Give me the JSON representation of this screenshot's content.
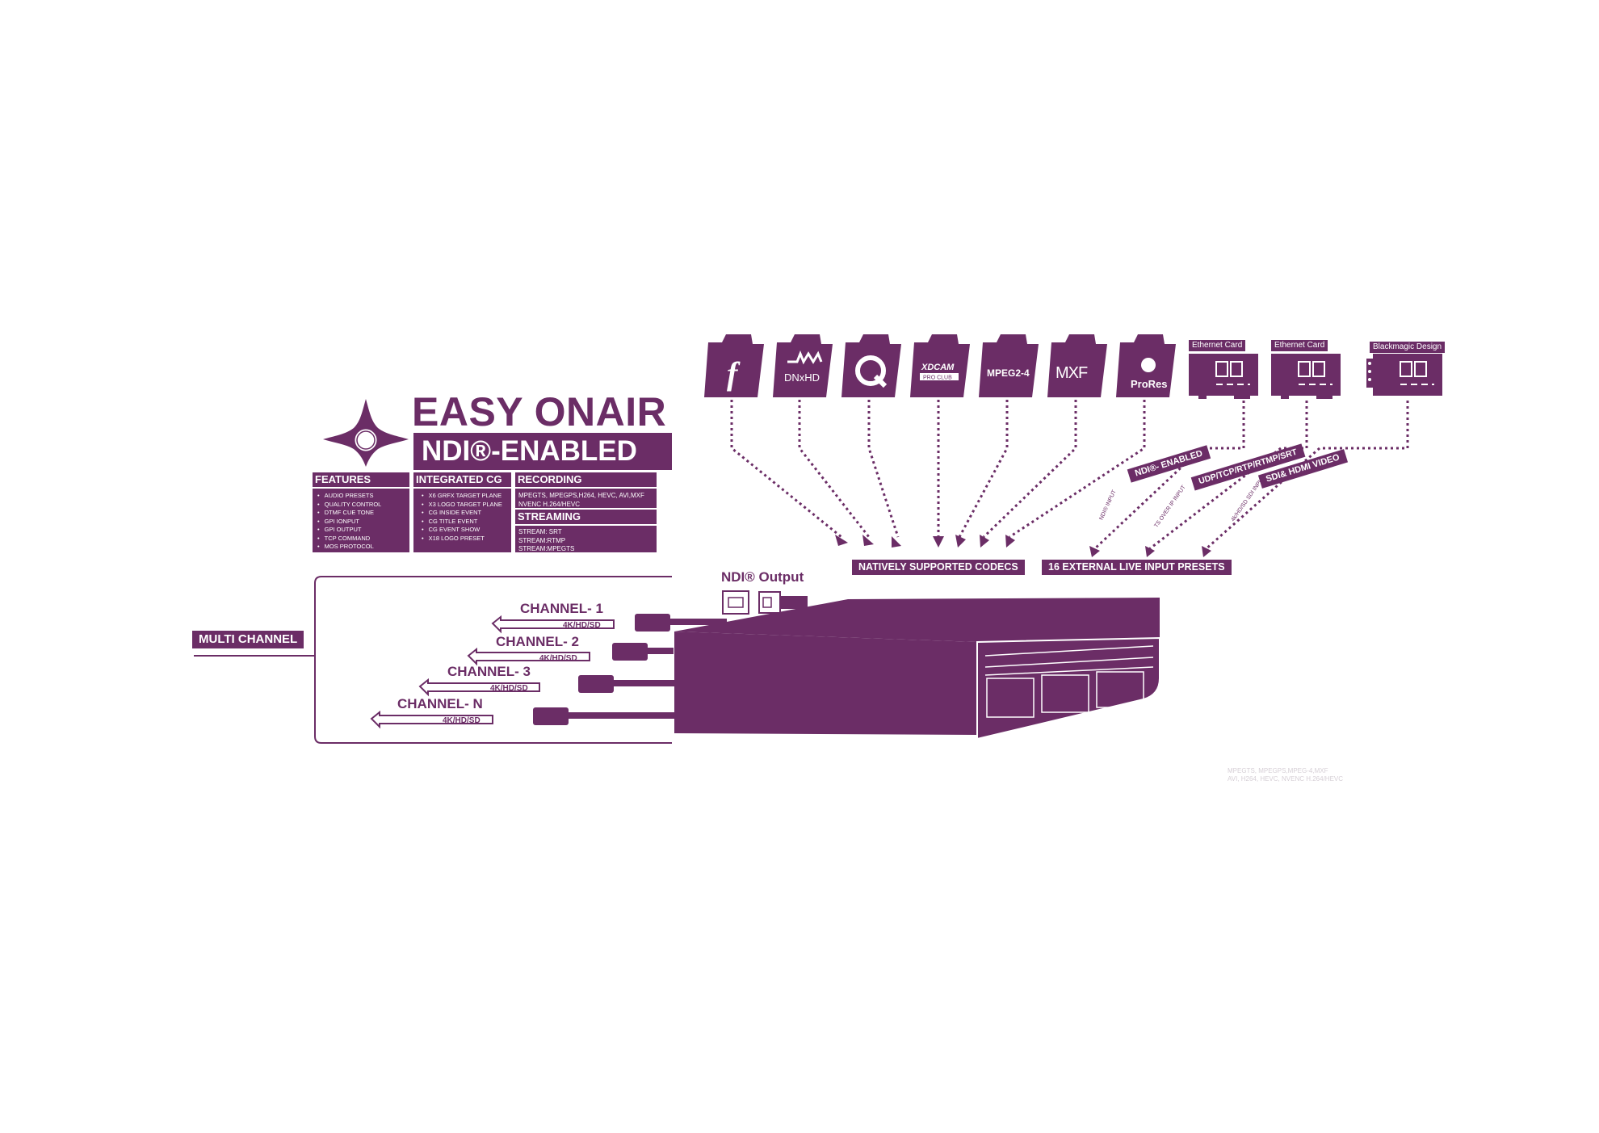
{
  "brand": {
    "title": "EASY ONAIR",
    "banner": "NDI®-ENABLED",
    "color": "#6b2d66"
  },
  "columns": {
    "features": {
      "heading": "FEATURES",
      "items": [
        "AUDIO PRESETS",
        "QUALITY CONTROL",
        "DTMF CUE TONE",
        "GPI IONPUT",
        "GPI OUTPUT",
        "TCP COMMAND",
        "MOS PROTOCOL"
      ]
    },
    "integrated_cg": {
      "heading": "INTEGRATED CG",
      "items": [
        "X6 GRFX TARGET PLANE",
        "X3 LOGO TARGET PLANE",
        "CG INSIDE EVENT",
        "CG TITLE EVENT",
        "CG EVENT SHOW",
        "X18 LOGO PRESET"
      ]
    },
    "recording": {
      "heading": "RECORDING",
      "lines": [
        "MPEGTS, MPEGPS,H264, HEVC, AVI,MXF",
        "NVENC H.264/HEVC"
      ]
    },
    "streaming": {
      "heading": "STREAMING",
      "lines": [
        "STREAM: SRT",
        "STREAM:RTMP",
        "STREAM:MPEGTS"
      ]
    }
  },
  "codecs": {
    "items": [
      {
        "icon": "flash-icon",
        "label": "f"
      },
      {
        "icon": "avid-dnxhd-icon",
        "label": "DNxHD"
      },
      {
        "icon": "quicktime-icon",
        "label": ""
      },
      {
        "icon": "xdcam-icon",
        "label": "XDCAM",
        "sub": "PRO CLUB"
      },
      {
        "icon": "mpeg2-4-icon",
        "label": "MPEG2-4"
      },
      {
        "icon": "mxf-icon",
        "label": "MXF"
      },
      {
        "icon": "prores-icon",
        "label": "ProRes"
      }
    ],
    "summary": "NATIVELY SUPPORTED CODECS"
  },
  "inputs": {
    "cards": [
      {
        "label": "Ethernet Card"
      },
      {
        "label": "Ethernet Card"
      },
      {
        "label": "Blackmagic Design"
      }
    ],
    "tags": [
      "NDI®- ENABLED",
      "UDP/TCP/RTP/RTMP/SRT",
      "SDI& HDMI VIDEO"
    ],
    "small_tags": [
      "NDI® INPUT",
      "TS OVER IP INPUT",
      "4k/HD/SD SDI INPUT"
    ],
    "summary": "16 EXTERNAL LIVE INPUT PRESETS"
  },
  "output": {
    "ndi_label": "NDI® Output",
    "multi_channel": "MULTI CHANNEL",
    "channels": [
      {
        "name": "CHANNEL- 1",
        "res": "4K/HD/SD"
      },
      {
        "name": "CHANNEL- 2",
        "res": "4K/HD/SD"
      },
      {
        "name": "CHANNEL- 3",
        "res": "4K/HD/SD"
      },
      {
        "name": "CHANNEL- N",
        "res": "4K/HD/SD"
      }
    ]
  },
  "faded_note": {
    "lines": [
      "MPEGTS, MPEGPS,MPEG-4,MXF",
      "AVI, H264, HEVC, NVENC H.264/HEVC"
    ]
  }
}
